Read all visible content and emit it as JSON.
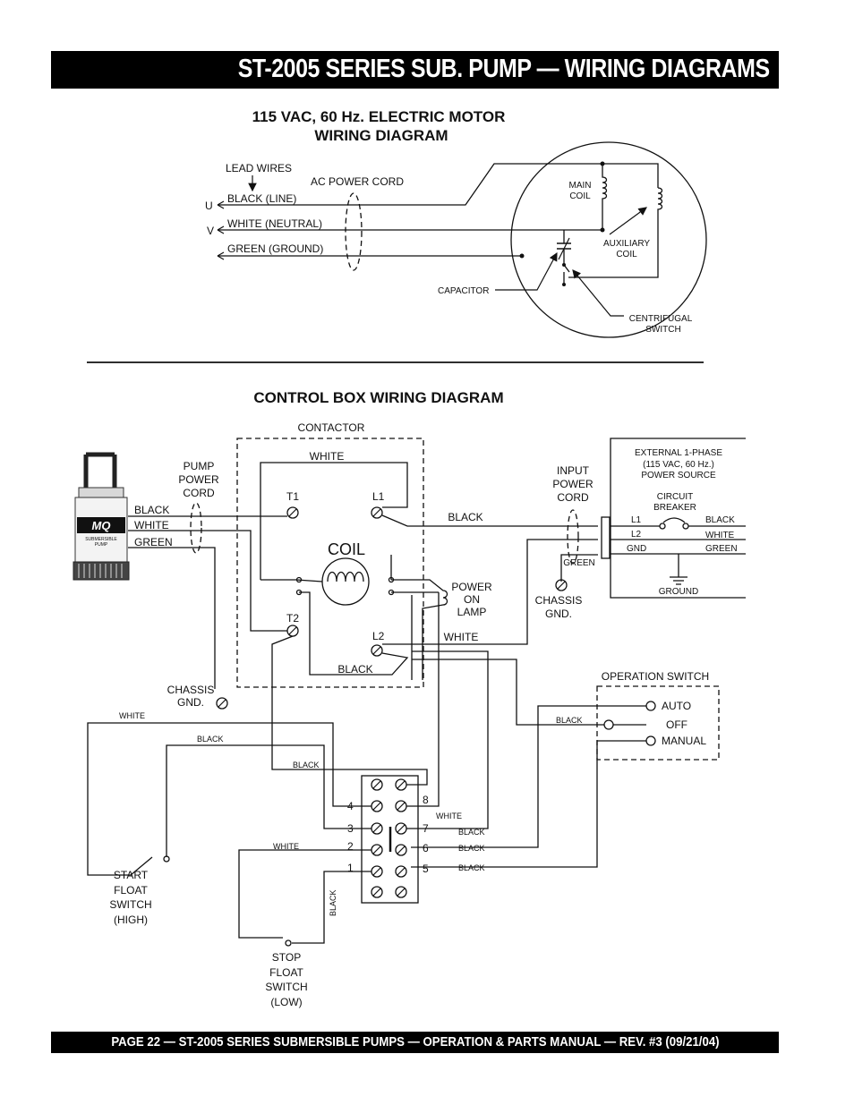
{
  "header": {
    "title": "ST-2005 SERIES SUB. PUMP — WIRING DIAGRAMS"
  },
  "footer": {
    "text": "PAGE 22 — ST-2005 SERIES SUBMERSIBLE PUMPS — OPERATION & PARTS MANUAL — REV. #3 (09/21/04)"
  },
  "motor_diagram": {
    "title_line1": "115 VAC, 60 Hz. ELECTRIC MOTOR",
    "title_line2": "WIRING DIAGRAM",
    "lead_wires": "LEAD WIRES",
    "ac_power_cord": "AC POWER CORD",
    "u": "U",
    "v": "V",
    "black_line": "BLACK (LINE)",
    "white_neutral": "WHITE (NEUTRAL)",
    "green_ground": "GREEN (GROUND)",
    "main_coil_1": "MAIN",
    "main_coil_2": "COIL",
    "aux_coil_1": "AUXILIARY",
    "aux_coil_2": "COIL",
    "capacitor": "CAPACITOR",
    "centrifugal_1": "CENTRIFUGAL",
    "centrifugal_2": "SWITCH"
  },
  "control_diagram": {
    "title": "CONTROL BOX WIRING DIAGRAM",
    "contactor": "CONTACTOR",
    "white": "WHITE",
    "black": "BLACK",
    "green": "GREEN",
    "pump_cord_1": "PUMP",
    "pump_cord_2": "POWER",
    "pump_cord_3": "CORD",
    "t1": "T1",
    "l1": "L1",
    "t2": "T2",
    "l2": "L2",
    "coil": "COIL",
    "lamp_1": "POWER",
    "lamp_2": "ON",
    "lamp_3": "LAMP",
    "input_cord_1": "INPUT",
    "input_cord_2": "POWER",
    "input_cord_3": "CORD",
    "ext_1": "EXTERNAL 1-PHASE",
    "ext_2": "(115 VAC, 60 Hz.)",
    "ext_3": "POWER SOURCE",
    "cb_1": "CIRCUIT",
    "cb_2": "BREAKER",
    "l1_ext": "L1",
    "l2_ext": "L2",
    "gnd": "GND",
    "ground": "GROUND",
    "chassis_1": "CHASSIS",
    "chassis_2": "GND.",
    "op_switch": "OPERATION SWITCH",
    "auto": "AUTO",
    "off": "OFF",
    "manual": "MANUAL",
    "t_1": "1",
    "t_2": "2",
    "t_3": "3",
    "t_4": "4",
    "t_5": "5",
    "t_6": "6",
    "t_7": "7",
    "t_8": "8",
    "start_1": "START",
    "start_2": "FLOAT",
    "start_3": "SWITCH",
    "start_4": "(HIGH)",
    "stop_1": "STOP",
    "stop_2": "FLOAT",
    "stop_3": "SWITCH",
    "stop_4": "(LOW)",
    "pump_logo": "MQ",
    "pump_sub_1": "SUBMERSIBLE",
    "pump_sub_2": "PUMP"
  }
}
